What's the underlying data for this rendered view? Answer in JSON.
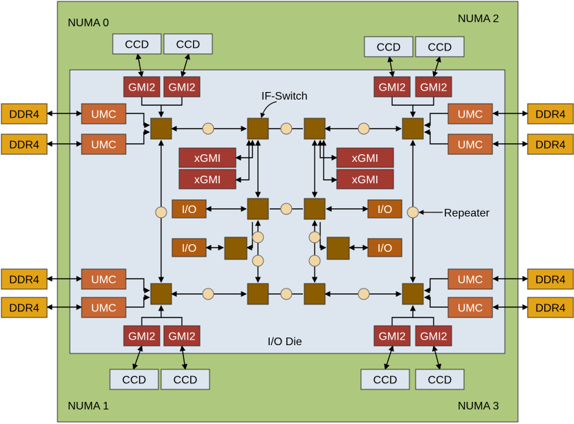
{
  "labels": {
    "numa0": "NUMA 0",
    "numa1": "NUMA 1",
    "numa2": "NUMA 2",
    "numa3": "NUMA 3",
    "io_die": "I/O Die",
    "if_switch": "IF-Switch",
    "repeater": "Repeater",
    "ccd": "CCD",
    "gmi2": "GMI2",
    "umc": "UMC",
    "ddr4": "DDR4",
    "xgmi": "xGMI",
    "io": "I/O"
  },
  "colors": {
    "numa_bg": "#aec87e",
    "io_die_bg": "#dde6ee",
    "ccd_fill": "#dde6ee",
    "gmi2_fill": "#a33a31",
    "umc_fill": "#c76734",
    "ddr4_fill": "#e3a317",
    "xgmi_fill": "#a33a31",
    "io_fill": "#b05c10",
    "switch_fill": "#8c5c00",
    "repeater_fill": "#f1d7a6"
  }
}
